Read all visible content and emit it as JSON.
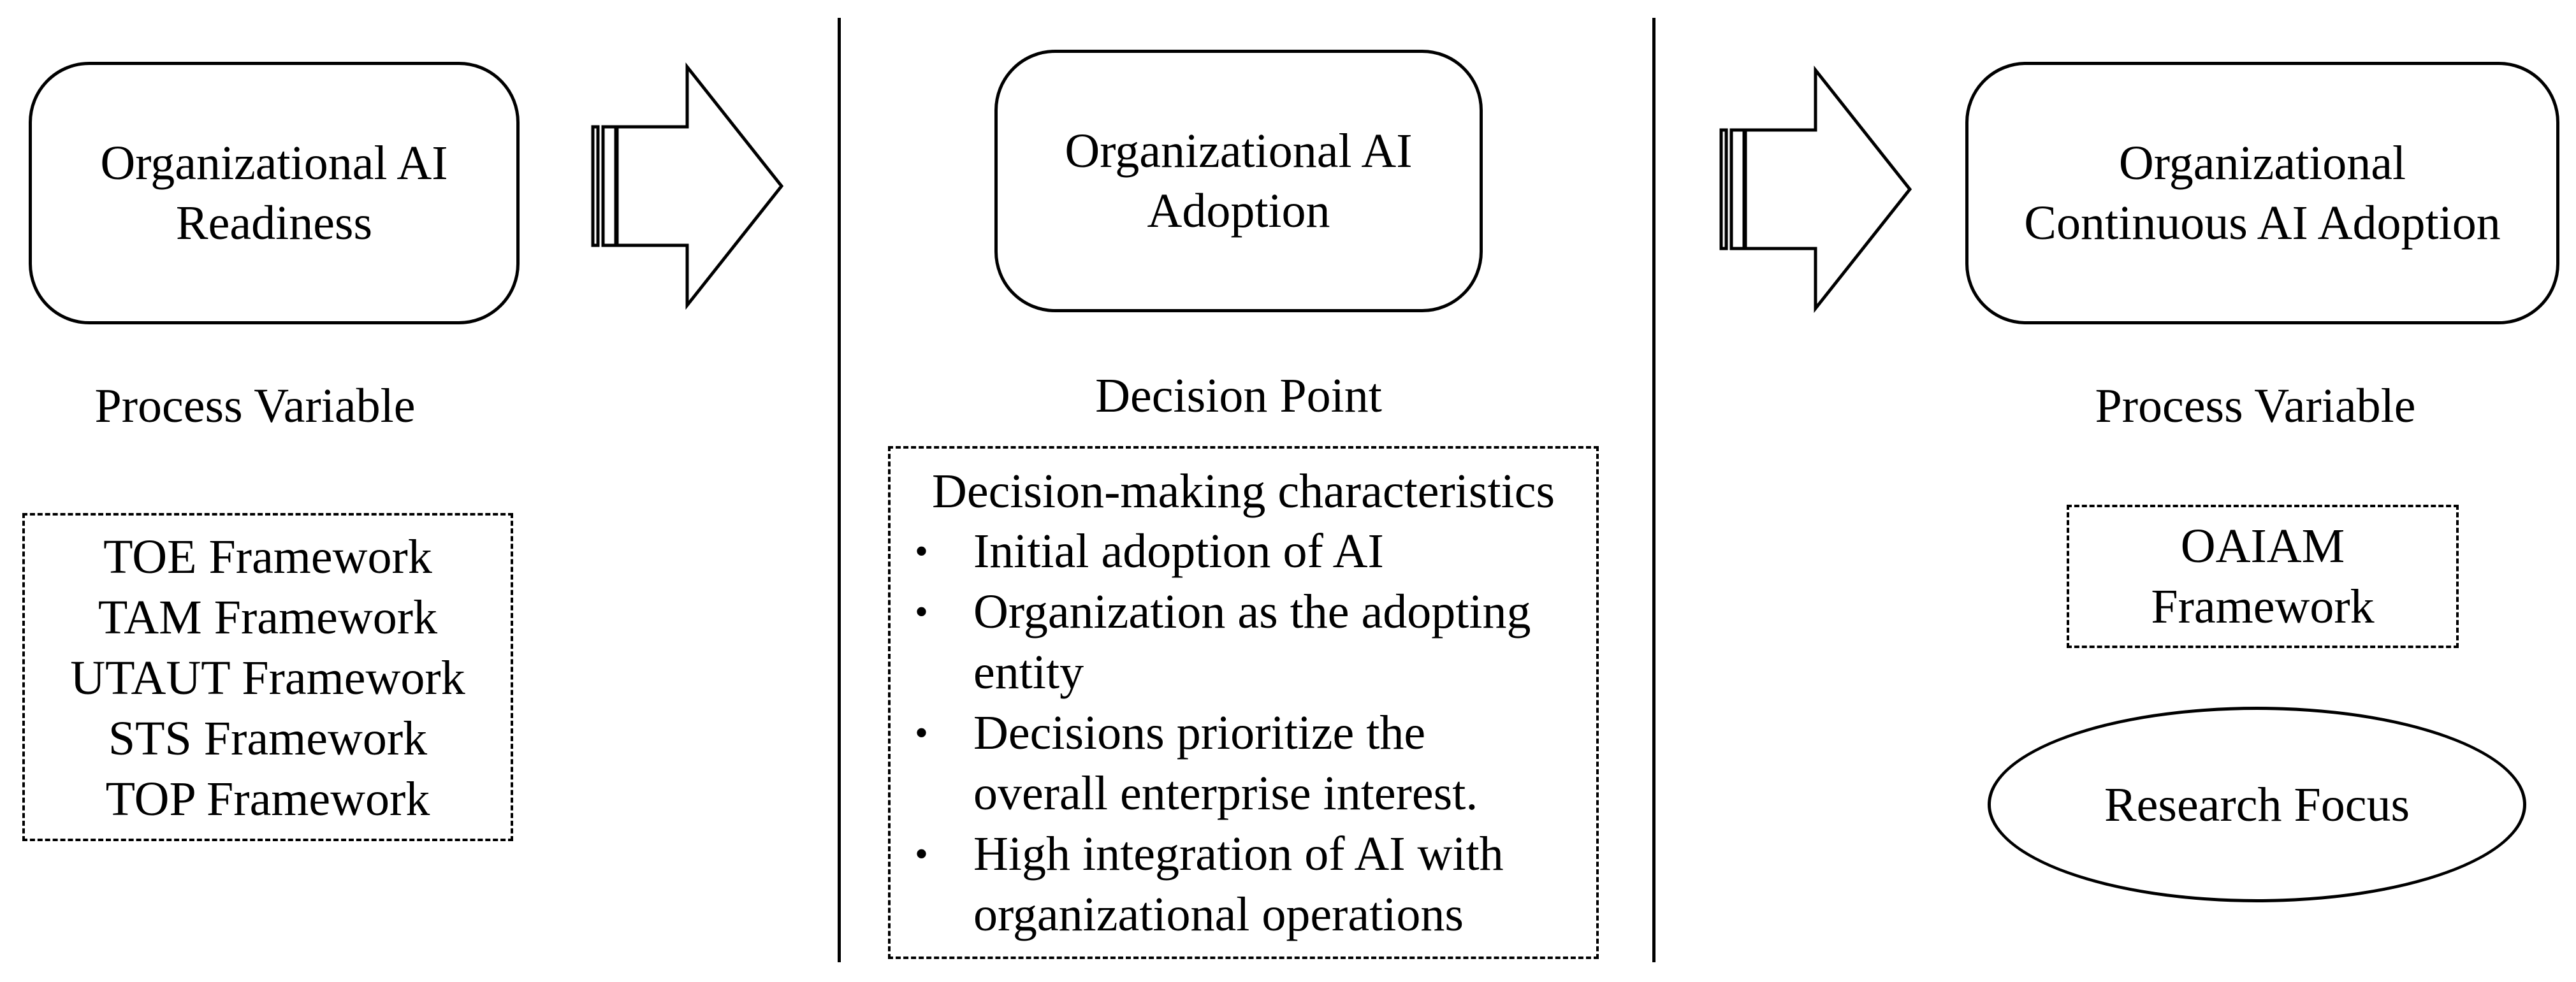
{
  "stages": [
    {
      "box_lines": [
        "Organizational AI",
        "Readiness"
      ],
      "caption": "Process Variable",
      "frameworks": [
        "TOE Framework",
        "TAM Framework",
        "UTAUT Framework",
        "STS Framework",
        "TOP Framework"
      ]
    },
    {
      "box_lines": [
        "Organizational AI",
        "Adoption"
      ],
      "caption": "Decision Point",
      "characteristics": {
        "heading": "Decision-making characteristics",
        "items": [
          {
            "lines": [
              "Initial adoption of AI"
            ]
          },
          {
            "lines": [
              "Organization as the adopting",
              "entity"
            ]
          },
          {
            "lines": [
              "Decisions prioritize the",
              "overall enterprise interest."
            ]
          },
          {
            "lines": [
              "High integration of AI with",
              "organizational operations"
            ]
          }
        ],
        "bullet": "•"
      }
    },
    {
      "box_lines": [
        "Organizational",
        "Continuous AI Adoption"
      ],
      "caption": "Process Variable",
      "framework_lines": [
        "OAIAM",
        "Framework"
      ],
      "focus": "Research Focus"
    }
  ]
}
